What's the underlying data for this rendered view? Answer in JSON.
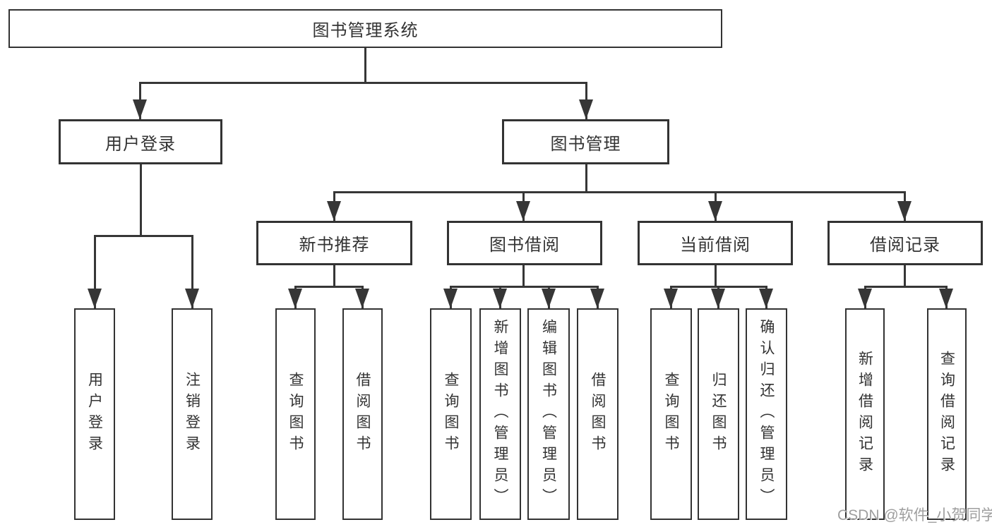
{
  "diagram": {
    "root": {
      "label": "图书管理系统"
    },
    "level2": [
      {
        "label": "用户登录"
      },
      {
        "label": "图书管理"
      }
    ],
    "level3": [
      {
        "label": "新书推荐"
      },
      {
        "label": "图书借阅"
      },
      {
        "label": "当前借阅"
      },
      {
        "label": "借阅记录"
      }
    ],
    "leaves": {
      "user_login": [
        "用户登录",
        "注销登录"
      ],
      "new_book": [
        "查询图书",
        "借阅图书"
      ],
      "book_borrow": [
        "查询图书",
        "新增图书（管理员）",
        "编辑图书（管理员）",
        "借阅图书"
      ],
      "current_borrow": [
        "查询图书",
        "归还图书",
        "确认归还（管理员）"
      ],
      "borrow_record": [
        "新增借阅记录",
        "查询借阅记录"
      ]
    }
  },
  "watermark": "CSDN @软件_小贺同学",
  "colors": {
    "line": "#363636",
    "border": "#333333",
    "text": "#333333",
    "watermark": "#9e9e9e",
    "background": "#ffffff"
  }
}
